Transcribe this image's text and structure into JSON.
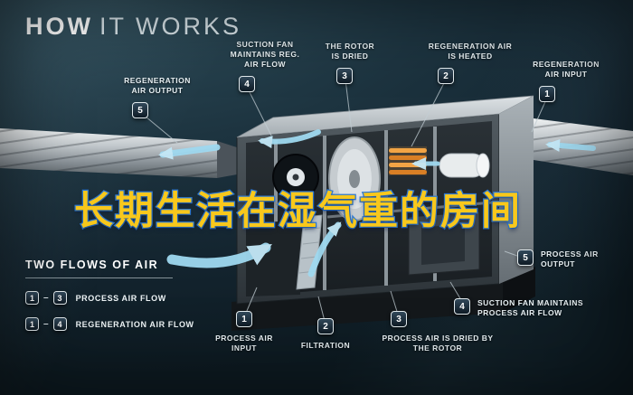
{
  "title": {
    "word1": "HOW",
    "word2": "IT WORKS"
  },
  "overlay": {
    "text": "长期生活在湿气重的房间",
    "color": "#f8c81c",
    "stroke_color": "#2f7cd8"
  },
  "callouts": [
    {
      "num": "5",
      "label": "REGENERATION AIR OUTPUT"
    },
    {
      "num": "4",
      "label": "SUCTION FAN MAINTAINS REG. AIR FLOW"
    },
    {
      "num": "3",
      "label": "THE ROTOR IS DRIED"
    },
    {
      "num": "2",
      "label": "REGENERATION AIR IS HEATED"
    },
    {
      "num": "1",
      "label": "REGENERATION AIR INPUT"
    },
    {
      "num": "5",
      "label": "PROCESS AIR OUTPUT"
    },
    {
      "num": "4",
      "label": "SUCTION FAN MAINTAINS PROCESS AIR FLOW"
    },
    {
      "num": "3",
      "label": "PROCESS AIR IS DRIED BY THE ROTOR"
    },
    {
      "num": "2",
      "label": "FILTRATION"
    },
    {
      "num": "1",
      "label": "PROCESS AIR INPUT"
    }
  ],
  "legend": {
    "title": "TWO FLOWS OF AIR",
    "rows": [
      {
        "from": "1",
        "sep": "–",
        "to": "3",
        "label": "PROCESS AIR FLOW"
      },
      {
        "from": "1",
        "sep": "–",
        "to": "4",
        "label": "REGENERATION AIR FLOW"
      }
    ]
  },
  "colors": {
    "background": "#16272f",
    "airflow_cyan": "#9fd9f0",
    "heater_orange": "#f2a445",
    "badge_border": "#e3ebee"
  }
}
